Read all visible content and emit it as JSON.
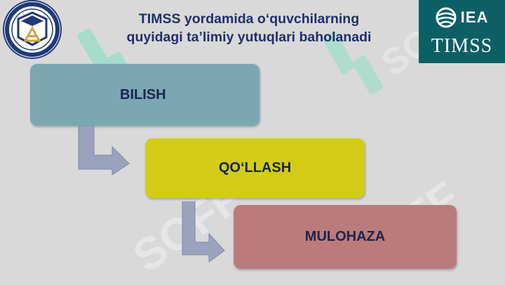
{
  "title": {
    "line1": "TIMSS yordamida o‘quvchilarning",
    "line2": "quyidagi ta’limiy yutuqlari baholanadi"
  },
  "logo_right": {
    "iea": "IEA",
    "timss": "TIMSS",
    "background": "#0d5f66"
  },
  "diagram": {
    "steps": [
      {
        "label": "BILISH",
        "color": "#7ba7b3"
      },
      {
        "label": "QO‘LLASH",
        "color": "#d2cc16"
      },
      {
        "label": "MULOHAZA",
        "color": "#bc7b7b"
      }
    ],
    "arrow_color": "#9aa3bd",
    "text_color": "#1a2450"
  },
  "watermark": {
    "text": "SOFF",
    "color": "#7fe0c2"
  }
}
